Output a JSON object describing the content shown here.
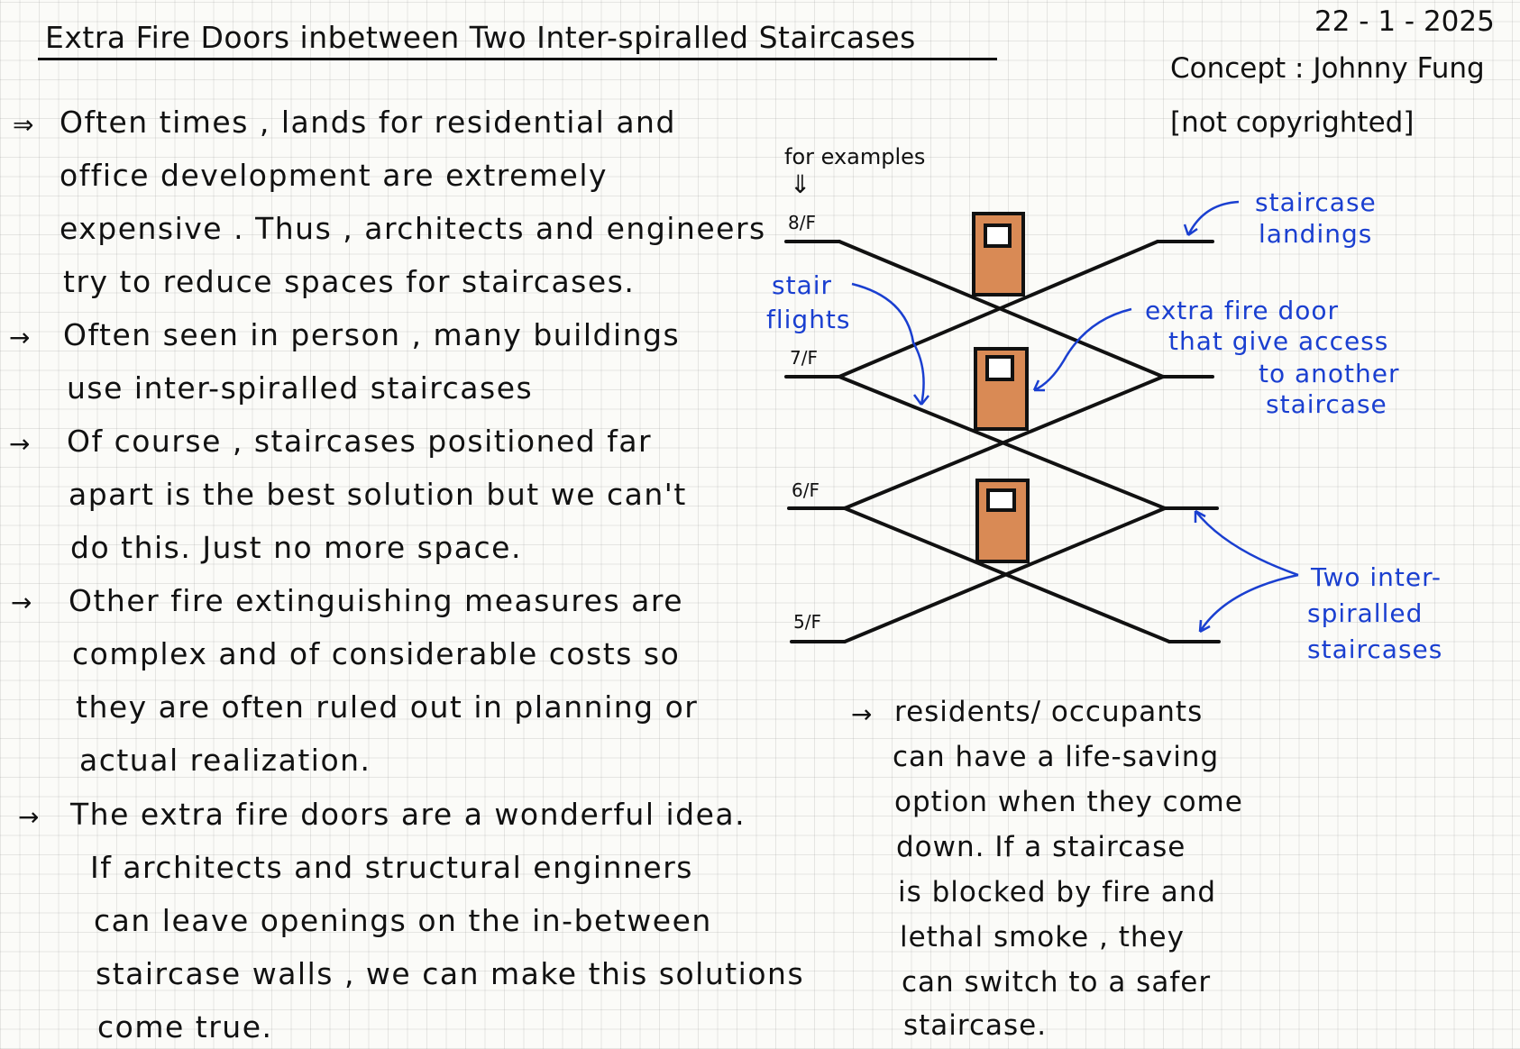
{
  "title": "Extra Fire Doors inbetween Two Inter-spiralled Staircases",
  "date": "22 - 1 - 2025",
  "concept": "Concept : Johnny Fung",
  "copyright": "[not copyrighted]",
  "left_text": {
    "bullets": [
      "⇒",
      "→",
      "→",
      "→",
      "→"
    ],
    "lines": [
      "Often times , lands for residential  and",
      "office  development  are  extremely",
      "expensive .  Thus ,  architects  and engineers",
      "try  to  reduce  spaces  for  staircases.",
      "Often  seen  in  person ,  many  buildings",
      "use  inter-spiralled  staircases",
      "Of  course ,  staircases  positioned  far",
      "apart  is  the  best  solution  but  we  can't",
      "do  this.  Just  no  more  space.",
      "Other  fire  extinguishing  measures  are",
      "complex  and  of  considerable  costs  so",
      "they  are  often  ruled  out  in  planning  or",
      "actual  realization.",
      "The  extra  fire  doors  are  a  wonderful  idea.",
      "If  architects  and  structural  enginners",
      "can  leave  openings  on  the  in-between",
      "staircase  walls ,  we  can  make  this  solutions",
      "come  true."
    ]
  },
  "right_text": {
    "bullet": "→",
    "lines": [
      "residents/  occupants",
      "can  have  a  life-saving",
      "option  when  they  come",
      "down.  If  a  staircase",
      "is  blocked  by  fire  and",
      "lethal  smoke ,  they",
      "can  switch  to  a  safer",
      "staircase."
    ]
  },
  "diagram": {
    "for_examples": "for examples",
    "down_arrow": "⇓",
    "floors": [
      "8/F",
      "7/F",
      "6/F",
      "5/F"
    ],
    "labels": {
      "landings": [
        "staircase",
        "landings"
      ],
      "flights": [
        "stair",
        "flights"
      ],
      "fire_door": [
        "extra fire door",
        "that give access",
        "to another",
        "staircase"
      ],
      "two_staircases": [
        "Two inter-",
        "spiralled",
        "staircases"
      ]
    },
    "colors": {
      "door": "#d98a55",
      "annotation": "#1a3fd0",
      "ink": "#111111"
    }
  }
}
